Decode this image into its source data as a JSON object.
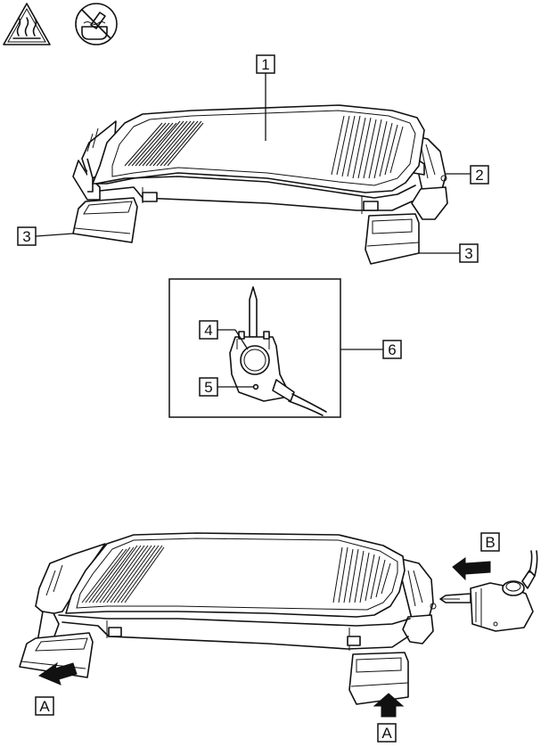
{
  "warning_icons": [
    {
      "name": "hot-surface-warning-icon"
    },
    {
      "name": "no-immersion-warning-icon"
    }
  ],
  "callouts": {
    "c1": "1",
    "c2": "2",
    "c3_left": "3",
    "c3_right": "3",
    "c4": "4",
    "c5": "5",
    "c6": "6",
    "a_left": "A",
    "a_right": "A",
    "b": "B"
  },
  "colors": {
    "line": "#111111",
    "arrow_fill": "#111111",
    "background": "#ffffff"
  }
}
